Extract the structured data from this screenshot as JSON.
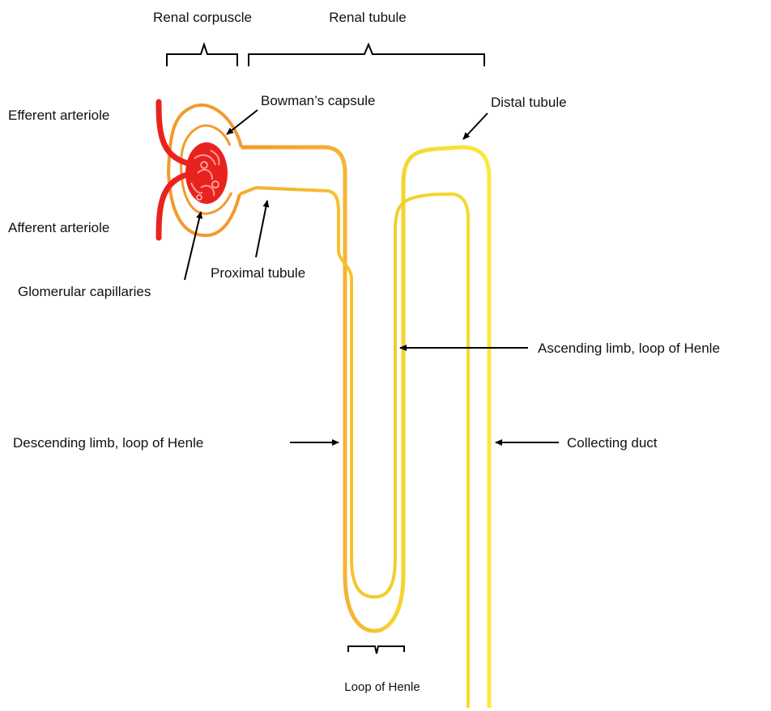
{
  "labels": {
    "renal_corpuscle": "Renal corpuscle",
    "renal_tubule": "Renal tubule",
    "bowmans_capsule": "Bowman’s capsule",
    "distal_tubule": "Distal tubule",
    "efferent_arteriole": "Efferent arteriole",
    "afferent_arteriole": "Afferent arteriole",
    "proximal_tubule": "Proximal tubule",
    "glomerular_capillaries": "Glomerular capillaries",
    "ascending_limb": "Ascending limb, loop of Henle",
    "descending_limb": "Descending limb, loop of Henle",
    "collecting_duct": "Collecting duct",
    "loop_of_henle": "Loop of Henle"
  },
  "colors": {
    "arteriole_red": "#e8231f",
    "capsule_orange": "#f39a2c",
    "tubule_orange": "#f5b535",
    "tubule_yellow": "#f4dc2c",
    "duct_yellow": "#f7ea3c",
    "background": "#ffffff"
  }
}
